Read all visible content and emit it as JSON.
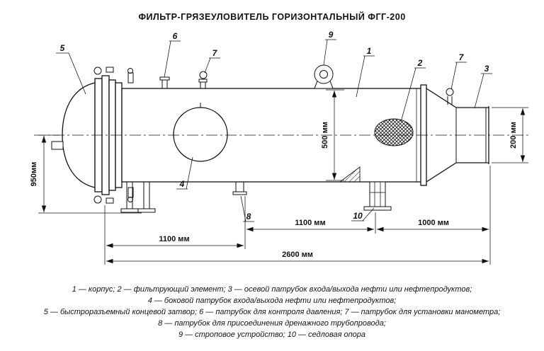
{
  "title": "ФИЛЬТР-ГРЯЗЕУЛОВИТЕЛЬ ГОРИЗОНТАЛЬНЫЙ ФГГ-200",
  "colors": {
    "line": "#111111",
    "background": "#ffffff"
  },
  "dimensions": {
    "overall_height": "950мм",
    "shell_diameter": "500 мм",
    "outlet_diameter": "200 мм",
    "segment_left": "1100 мм",
    "segment_middle": "1100 мм",
    "segment_right": "1000 мм",
    "overall_length": "2600 мм"
  },
  "callouts": {
    "body": "1",
    "filter_element": "2",
    "axial_nozzle": "3",
    "side_nozzle": "4",
    "end_closure": "5",
    "pressure_control_nozzle": "6",
    "manometer_nozzle_left": "7",
    "manometer_nozzle_right": "7",
    "drain_nozzle": "8",
    "lifting_device": "9",
    "saddle_support": "10"
  },
  "legend": {
    "line1": "1 — корпус; 2 — фильтрующий элемент; 3 — осевой патрубок входа/выхода нефти или нефтепродуктов;",
    "line2": "4 — боковой патрубок входа/выхода нефти или нефтепродуктов;",
    "line3": "5 — быстроразъемный концевой затвор; 6 — патрубок для контроля давления; 7 — патрубок для установки манометра;",
    "line4": "8 — патрубок для присоединения дренажного трубопровода;",
    "line5": "9 — строповое устройство; 10 — седловая опора"
  }
}
